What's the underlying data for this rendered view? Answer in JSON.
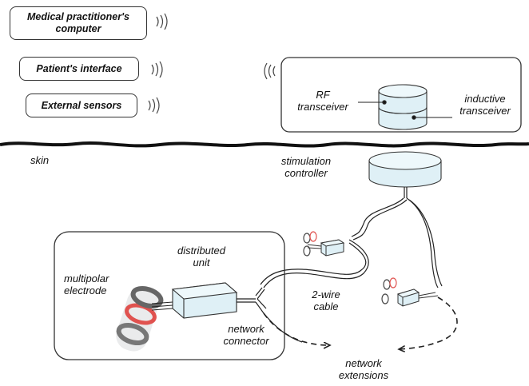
{
  "external_devices": [
    {
      "label": "Medical practitioner's computer",
      "lines": [
        "Medical practitioner's",
        "computer"
      ]
    },
    {
      "label": "Patient's interface",
      "lines": [
        "Patient's interface"
      ]
    },
    {
      "label": "External sensors",
      "lines": [
        "External sensors"
      ]
    }
  ],
  "external_unit": {
    "rf_label": [
      "RF",
      "transceiver"
    ],
    "inductive_label": [
      "inductive",
      "transceiver"
    ]
  },
  "labels": {
    "skin": "skin",
    "stimulation_controller": [
      "stimulation",
      "controller"
    ],
    "distributed_unit": [
      "distributed",
      "unit"
    ],
    "multipolar_electrode": [
      "multipolar",
      "electrode"
    ],
    "two_wire_cable": [
      "2-wire",
      "cable"
    ],
    "network_connector": [
      "network",
      "connector"
    ],
    "network_extensions": [
      "network",
      "extensions"
    ]
  },
  "colors": {
    "line": "#222222",
    "box_fill": "#e2f1f6",
    "electrode_ring": "#e0524f",
    "electrode_body": "#b9bcc0"
  }
}
